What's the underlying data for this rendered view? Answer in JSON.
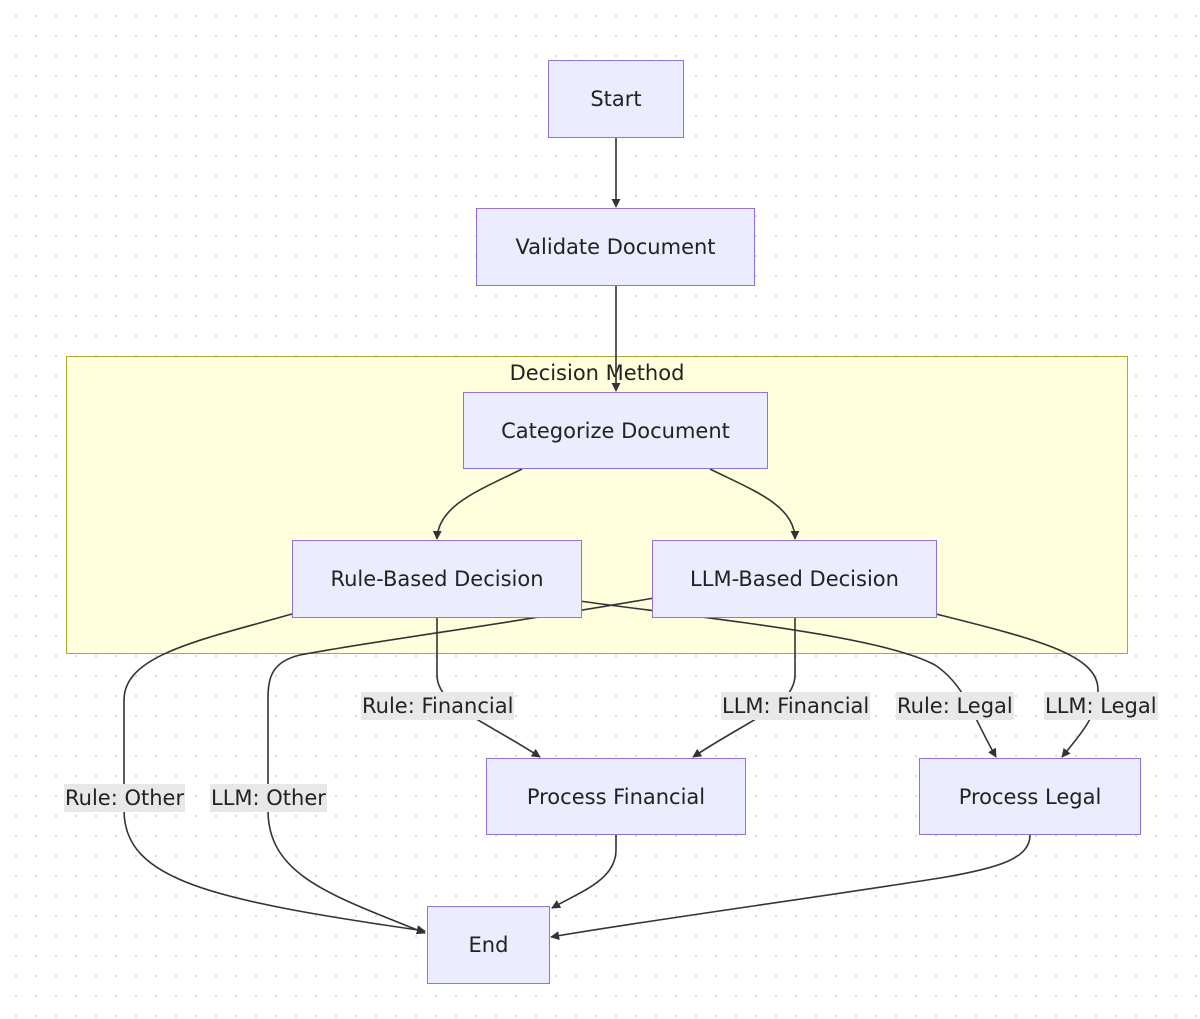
{
  "subgraph": {
    "title": "Decision Method"
  },
  "nodes": {
    "start": "Start",
    "validate": "Validate Document",
    "categorize": "Categorize Document",
    "rule_based": "Rule-Based Decision",
    "llm_based": "LLM-Based Decision",
    "process_financial": "Process Financial",
    "process_legal": "Process Legal",
    "end": "End"
  },
  "edge_labels": {
    "rule_financial": "Rule: Financial",
    "llm_financial": "LLM: Financial",
    "rule_legal": "Rule: Legal",
    "llm_legal": "LLM: Legal",
    "rule_other": "Rule: Other",
    "llm_other": "LLM: Other"
  },
  "colors": {
    "node_fill": "#ececff",
    "node_border": "#9370db",
    "cluster_fill": "#ffffde",
    "cluster_border": "#aaaa33",
    "edge": "#333333",
    "label_background": "#e8e8e8"
  }
}
